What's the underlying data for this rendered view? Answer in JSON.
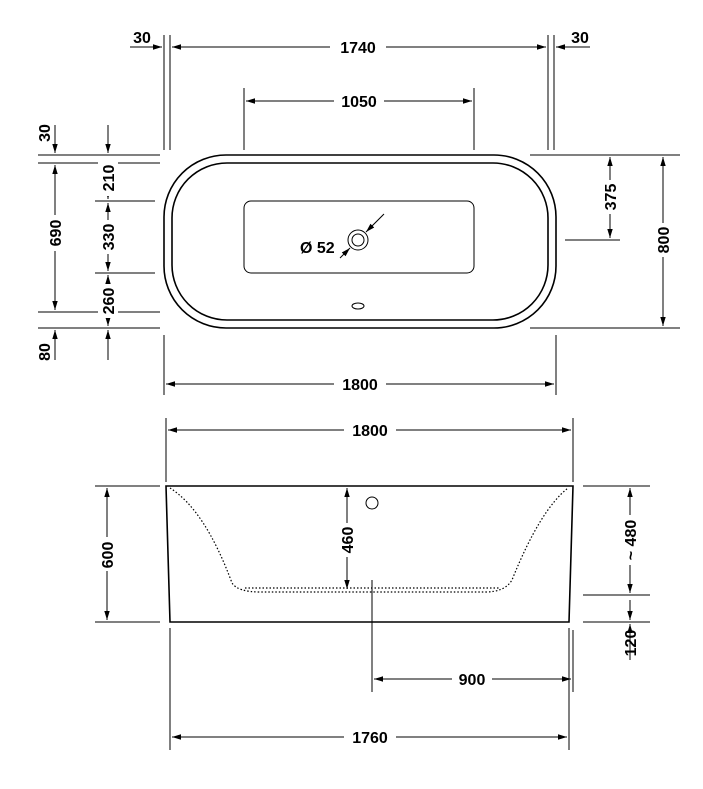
{
  "drawing": {
    "top_view": {
      "width_total": "1800",
      "width_inner": "1740",
      "rim_left": "30",
      "rim_right": "30",
      "basin_length": "1050",
      "rim_top": "30",
      "offset_210": "210",
      "basin_width": "330",
      "offset_260": "260",
      "inner_depth": "690",
      "offset_80": "80",
      "drain_offset": "375",
      "depth_total": "800",
      "drain_diameter": "Ø 52"
    },
    "side_view": {
      "top_length": "1800",
      "height": "600",
      "inner_depth": "460",
      "approx_depth": "~ 480",
      "base_offset": "120",
      "drain_to_end": "900",
      "bottom_length": "1760"
    }
  }
}
